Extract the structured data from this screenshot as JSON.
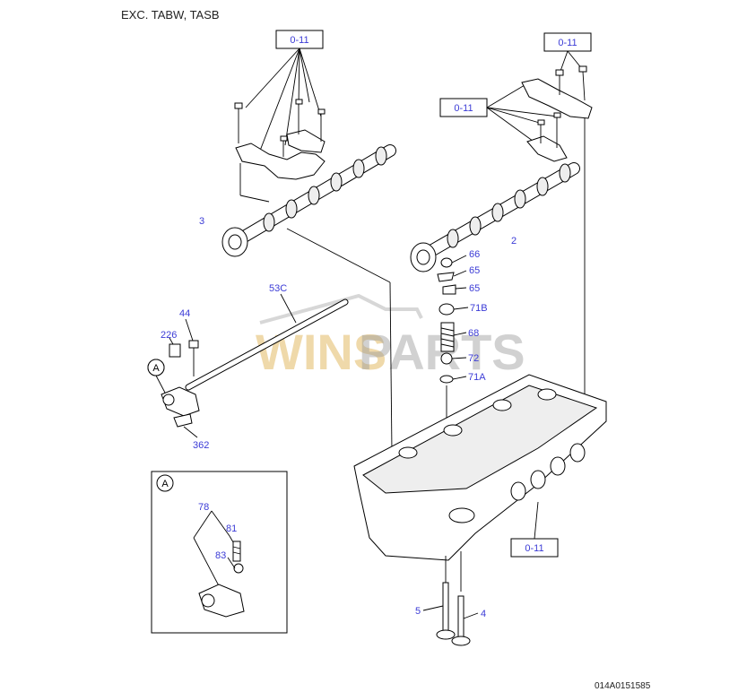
{
  "header": {
    "title": "EXC. TABW, TASB"
  },
  "footer": {
    "drawing_code": "014A0151585"
  },
  "watermark": {
    "part1": "WINS",
    "part2": "PARTS"
  },
  "detail": {
    "marker": "A"
  },
  "reference_boxes": [
    "0-11",
    "0-11",
    "0-11",
    "0-11"
  ],
  "callouts": {
    "c3": "3",
    "c2": "2",
    "c66": "66",
    "c65a": "65",
    "c65b": "65",
    "c71b": "71B",
    "c68": "68",
    "c72": "72",
    "c71a": "71A",
    "c53c": "53C",
    "c44": "44",
    "c226": "226",
    "c362": "362",
    "c78": "78",
    "c81": "81",
    "c83": "83",
    "c5": "5",
    "c4": "4"
  },
  "colors": {
    "callout": "#3b3bd6",
    "line": "#000000",
    "watermark_gold": "#e9c987",
    "watermark_gray": "#9a9a9a"
  }
}
